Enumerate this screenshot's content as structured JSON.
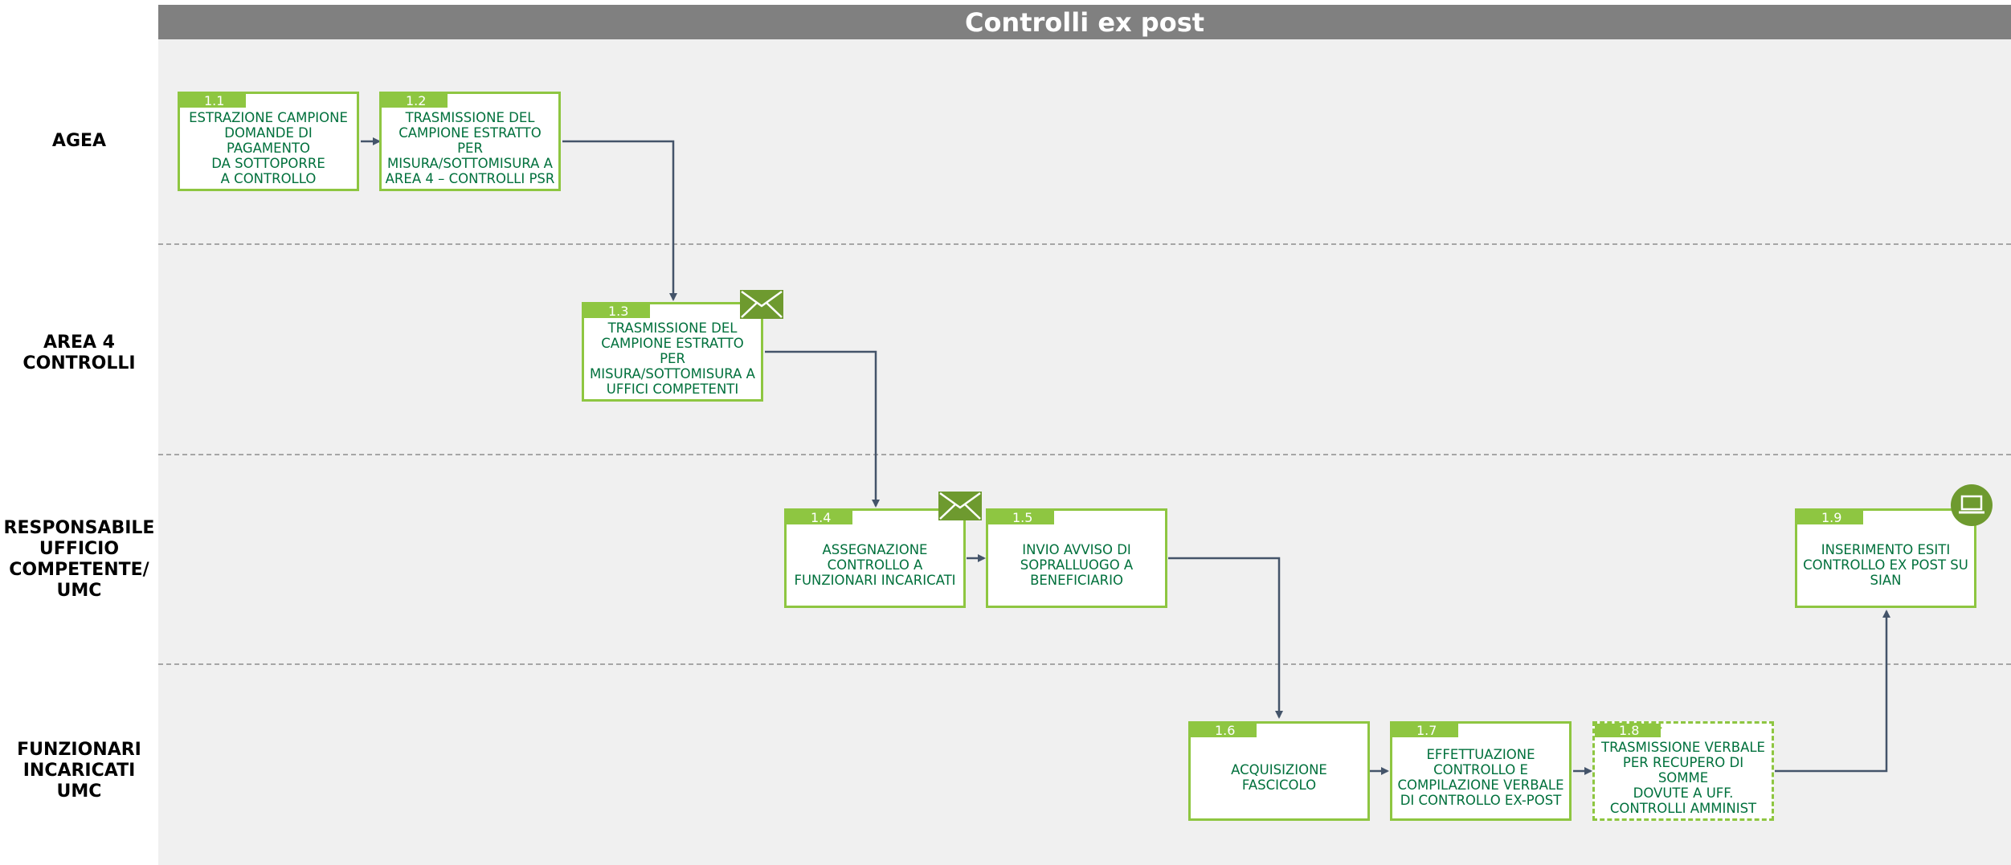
{
  "title": "Controlli ex post",
  "lanes": {
    "agea": "AGEA",
    "area4": "AREA 4\nCONTROLLI",
    "responsabile": "RESPONSABILE\nUFFICIO\nCOMPETENTE/\nUMC",
    "funzionari": "FUNZIONARI\nINCARICATI\nUMC"
  },
  "steps": {
    "s1_1": {
      "num": "1.1",
      "text": "ESTRAZIONE CAMPIONE\nDOMANDE DI PAGAMENTO\nDA SOTTOPORRE\nA CONTROLLO"
    },
    "s1_2": {
      "num": "1.2",
      "text": "TRASMISSIONE DEL\nCAMPIONE ESTRATTO PER\nMISURA/SOTTOMISURA A\nAREA 4 – CONTROLLI PSR"
    },
    "s1_3": {
      "num": "1.3",
      "text": "TRASMISSIONE DEL\nCAMPIONE ESTRATTO PER\nMISURA/SOTTOMISURA A\nUFFICI COMPETENTI"
    },
    "s1_4": {
      "num": "1.4",
      "text": "ASSEGNAZIONE\nCONTROLLO A\nFUNZIONARI INCARICATI"
    },
    "s1_5": {
      "num": "1.5",
      "text": "INVIO AVVISO DI\nSOPRALLUOGO A\nBENEFICIARIO"
    },
    "s1_6": {
      "num": "1.6",
      "text": "ACQUISIZIONE\nFASCICOLO"
    },
    "s1_7": {
      "num": "1.7",
      "text": "EFFETTUAZIONE\nCONTROLLO E\nCOMPILAZIONE VERBALE\nDI CONTROLLO EX-POST"
    },
    "s1_8": {
      "num": "1.8",
      "text": "TRASMISSIONE VERBALE\nPER RECUPERO DI SOMME\nDOVUTE A UFF.\nCONTROLLI AMMINIST"
    },
    "s1_9": {
      "num": "1.9",
      "text": "INSERIMENTO ESITI\nCONTROLLO EX POST SU\nSIAN"
    }
  },
  "icons": {
    "mail": "envelope-icon",
    "computer": "laptop-icon",
    "document": "document-icon"
  },
  "colors": {
    "header": "#808080",
    "lane_bg": "#f0f0f0",
    "accent": "#8ec641",
    "text_green": "#00703c",
    "connector": "#44546a",
    "icon_green": "#6e9a2f"
  }
}
